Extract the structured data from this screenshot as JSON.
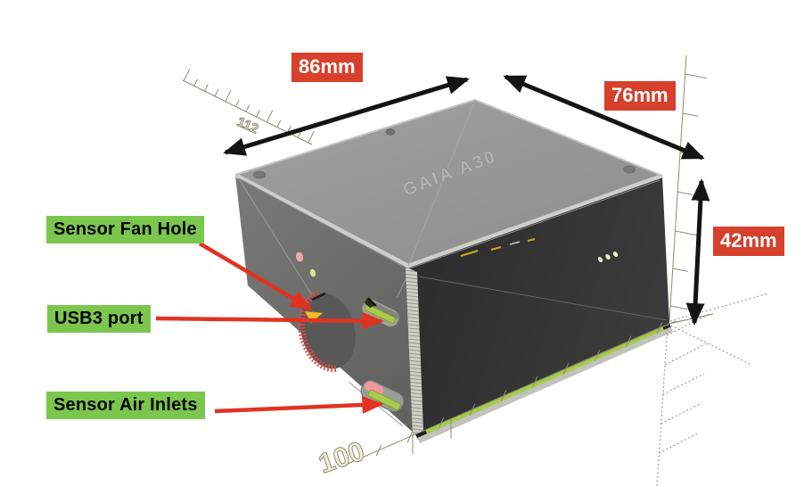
{
  "device": {
    "embossed_label": "GAIA A30",
    "description_visible_parts": [
      "top cover",
      "left side panel",
      "right side panel",
      "fan hole",
      "usb3 slot",
      "air inlet slot",
      "status dots",
      "pcb edge strip"
    ]
  },
  "dimension_labels": {
    "width": "86mm",
    "depth": "76mm",
    "height": "42mm"
  },
  "feature_labels": {
    "fan_hole": "Sensor Fan Hole",
    "usb_port": "USB3 port",
    "air_inlets": "Sensor Air Inlets"
  },
  "ruler_markers": {
    "top_left": "112",
    "bottom": "100"
  },
  "colors": {
    "dimension_label_bg": "#d6402c",
    "dimension_label_text": "#ffffff",
    "feature_label_bg": "#7bc74d",
    "feature_label_text": "#000000",
    "pointer_arrow": "#e23222",
    "dimension_arrow": "#141414",
    "box_top": "#979797",
    "box_left": "#6d6d6d",
    "box_right": "#333333",
    "edge_strip": "#cfcfca",
    "pcb_green": "#a8cb48",
    "fan_red": "#e24a42",
    "ruler": "#8d8d70",
    "emboss_text": "#b6b6b4"
  }
}
